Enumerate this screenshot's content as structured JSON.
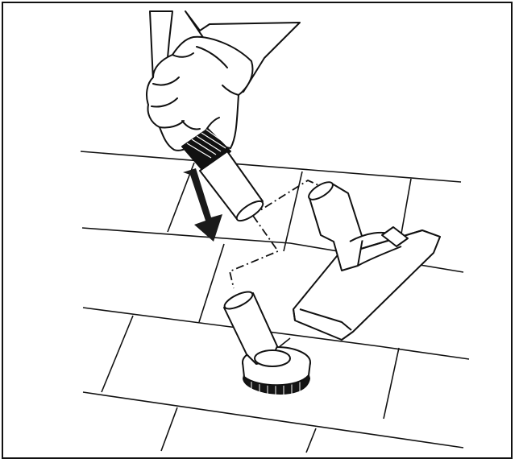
{
  "illustration": {
    "subject": "vacuum-cleaner-accessory-swap",
    "colors": {
      "line": "#111111",
      "fill": "#ffffff",
      "arrow": "#1a1a1a",
      "bristles": "#151515"
    },
    "parts": [
      {
        "name": "hand-holding-tube",
        "icon": "hand-icon"
      },
      {
        "name": "telescopic-tube",
        "icon": "tube-icon"
      },
      {
        "name": "floor-nozzle",
        "icon": "floor-nozzle-icon"
      },
      {
        "name": "dusting-brush",
        "icon": "brush-icon"
      },
      {
        "name": "downward-arrow",
        "icon": "arrow-down-icon"
      }
    ]
  }
}
